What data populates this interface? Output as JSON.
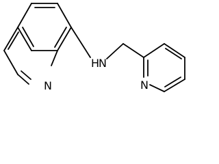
{
  "molecule": {
    "atoms": {
      "quinoline_n": "N",
      "amine_n": "N",
      "amine_h": "H",
      "pyridine_n": "N"
    }
  }
}
